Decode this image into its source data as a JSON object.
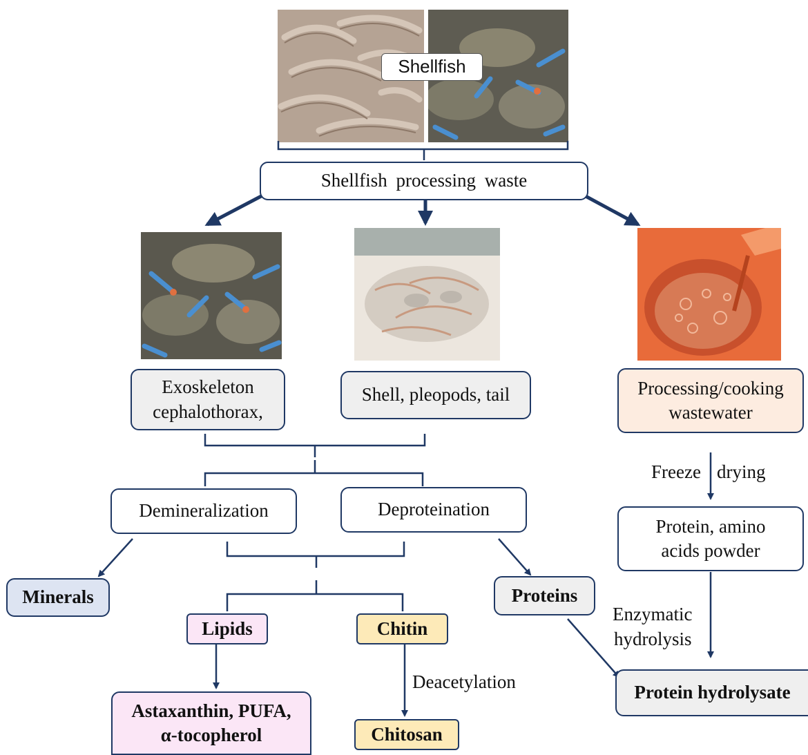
{
  "photos": {
    "shrimp": {
      "icon": "shrimp-pile-photo"
    },
    "crab_top": {
      "icon": "blue-crab-photo"
    },
    "crab_left": {
      "icon": "blue-crab-photo"
    },
    "shells": {
      "icon": "shrimp-shell-waste-photo"
    },
    "wastewater": {
      "icon": "cooking-wastewater-photo"
    }
  },
  "nodes": {
    "shellfish": "Shellfish",
    "waste": "Shellfish processing waste",
    "exoskeleton_1": "Exoskeleton",
    "exoskeleton_2": "cephalothorax,",
    "shell": "Shell, pleopods, tail",
    "wastewater_1": "Processing/cooking",
    "wastewater_2": "wastewater",
    "demineralization": "Demineralization",
    "deproteination": "Deproteination",
    "minerals": "Minerals",
    "proteins": "Proteins",
    "lipids": "Lipids",
    "chitin": "Chitin",
    "astaxanthin_1": "Astaxanthin, PUFA,",
    "astaxanthin_2": "α-tocopherol",
    "chitosan": "Chitosan",
    "powder_1": "Protein, amino",
    "powder_2": "acids powder",
    "hydrolysate": "Protein hydrolysate"
  },
  "labels": {
    "freeze": "Freeze",
    "drying": "drying",
    "enzymatic": "Enzymatic",
    "hydrolysis": "hydrolysis",
    "deacetylation": "Deacetylation"
  },
  "colors": {
    "line": "#1f3864",
    "minerals_fill": "#dde4f2",
    "grey_fill": "#efefef",
    "lipids_fill": "#fbe6f6",
    "chitin_fill": "#fdeab8",
    "wastewater_fill": "#fdece0"
  }
}
